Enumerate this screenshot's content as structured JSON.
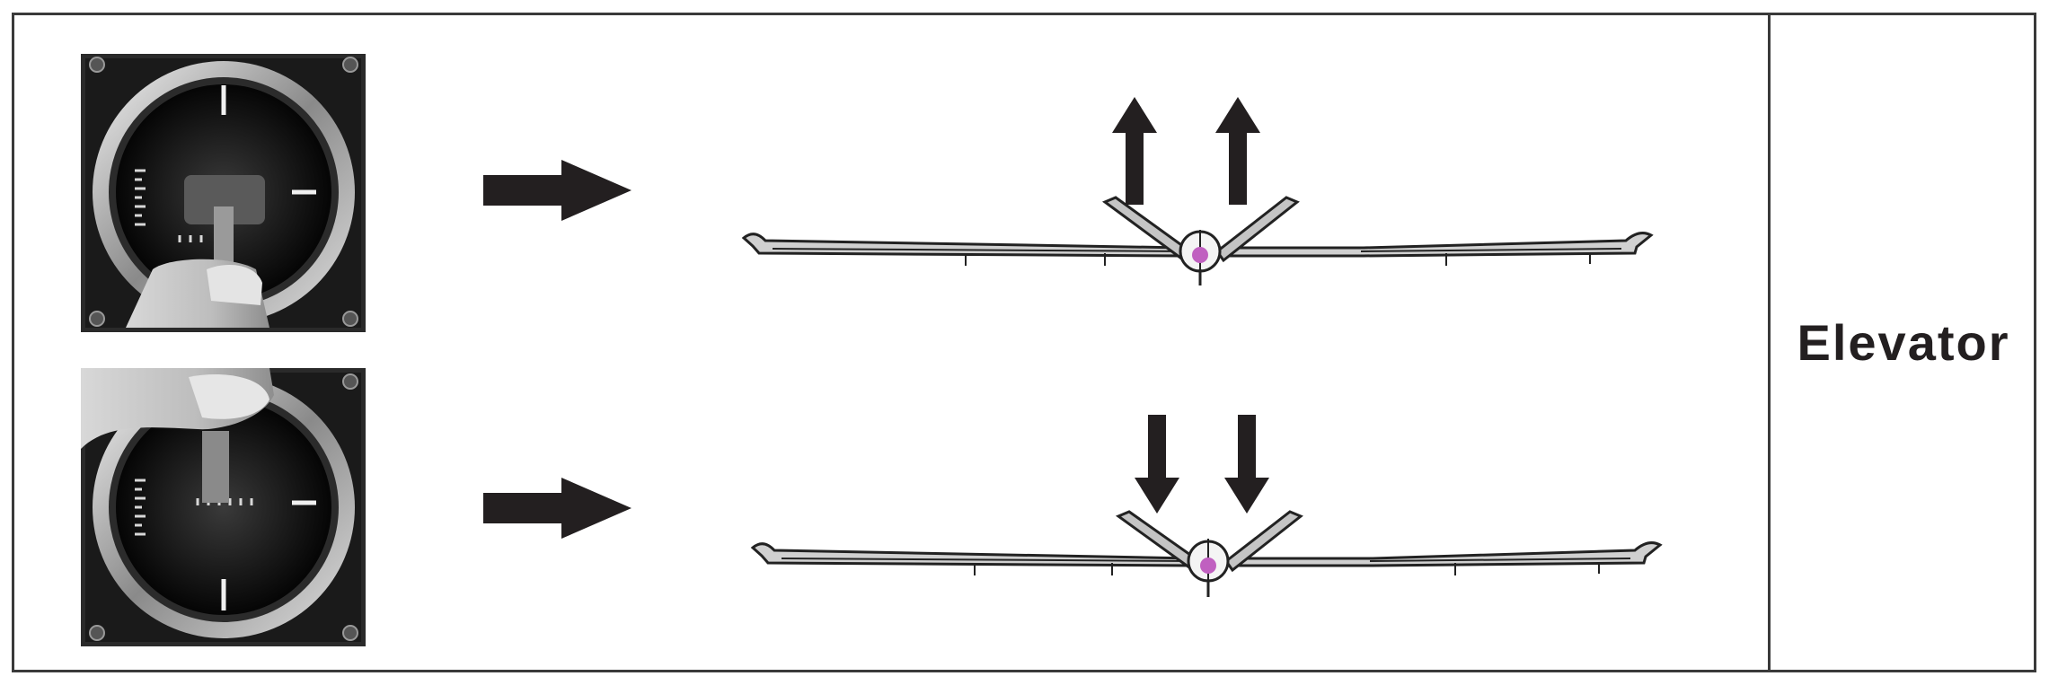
{
  "control_label": "Elevator",
  "rows": [
    {
      "stick_position": "down",
      "arrow_direction": "right",
      "elevator_deflection": "up"
    },
    {
      "stick_position": "up",
      "arrow_direction": "right",
      "elevator_deflection": "down"
    }
  ],
  "colors": {
    "border": "#3a3a3a",
    "arrow": "#231f20",
    "text": "#231f20",
    "aircraft_outline": "#222222",
    "aircraft_fill": "#bfbfbf",
    "prop_hub": "#c060c0"
  }
}
